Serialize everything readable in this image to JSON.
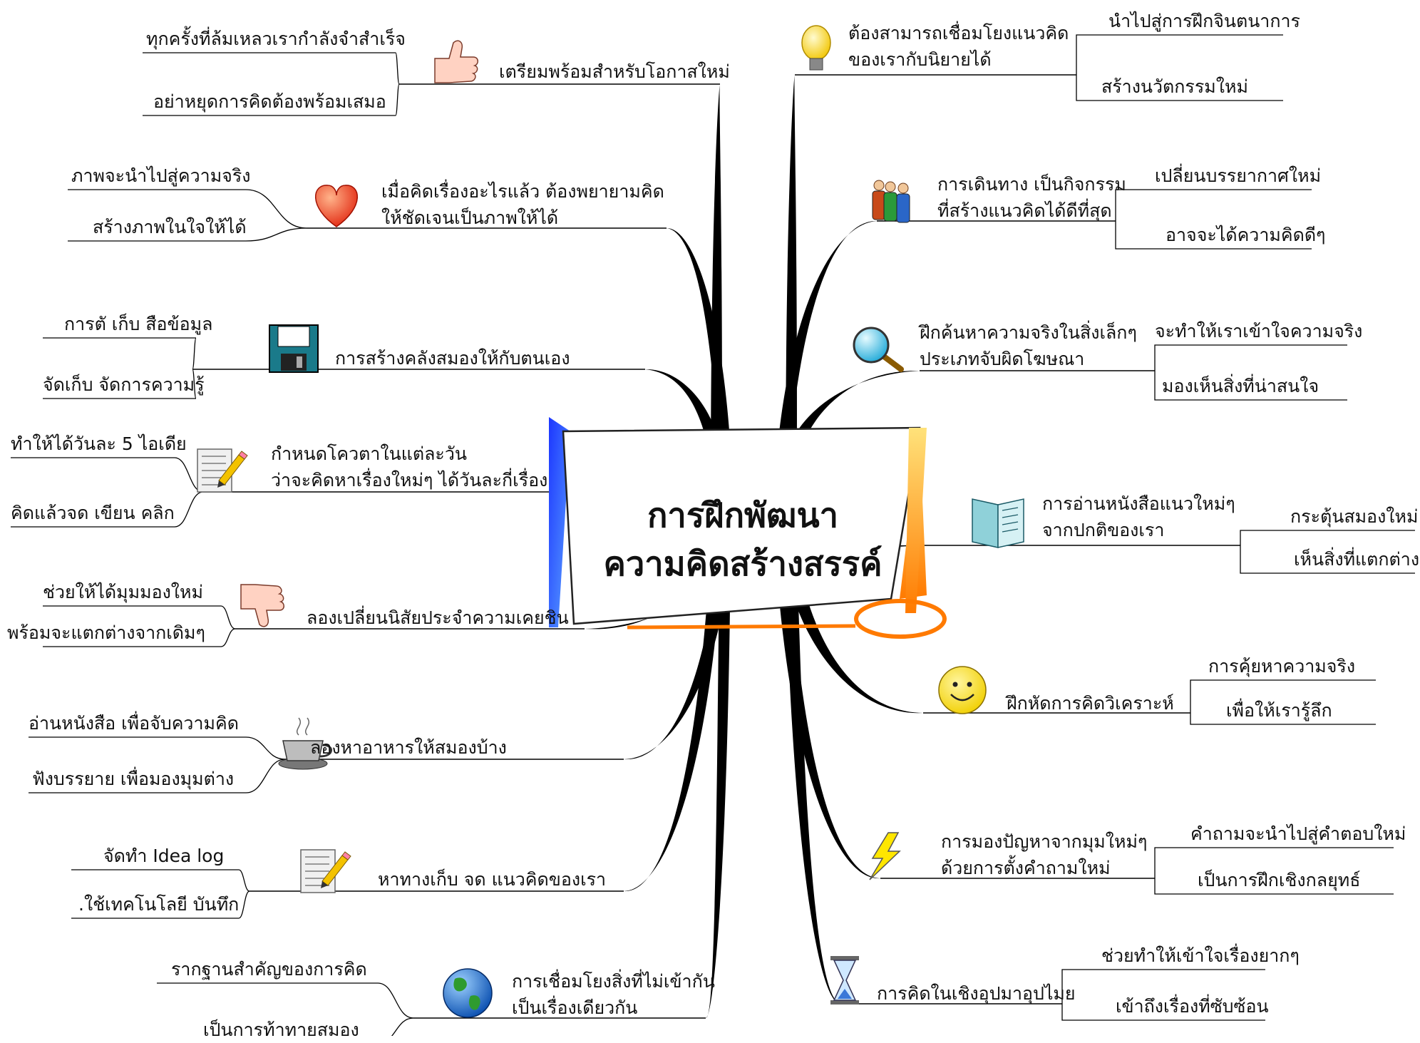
{
  "center": {
    "line1": "การฝึกพัฒนา",
    "line2": "ความคิดสร้างสรรค์"
  },
  "left": [
    {
      "main": [
        "เตรียมพร้อมสำหรับโอกาสใหม่"
      ],
      "icon": "thumbs-up-icon",
      "subs": [
        "ทุกครั้งที่ล้มเหลวเรากำลังจำสำเร็จ",
        "อย่าหยุดการคิดต้องพร้อมเสมอ"
      ]
    },
    {
      "main": [
        "เมื่อคิดเรื่องอะไรแล้ว ต้องพยายามคิด",
        "ให้ชัดเจนเป็นภาพให้ได้"
      ],
      "icon": "heart-icon",
      "subs": [
        "ภาพจะนำไปสู่ความจริง",
        "สร้างภาพในใจให้ได้"
      ]
    },
    {
      "main": [
        "การสร้างคลังสมองให้กับตนเอง"
      ],
      "icon": "floppy-disk-icon",
      "subs": [
        "การตั เก็บ สือข้อมูล",
        "จัดเก็บ จัดการความรู้"
      ]
    },
    {
      "main": [
        "กำหนดโควตาในแต่ละวัน",
        "ว่าจะคิดหาเรื่องใหม่ๆ ได้วันละกี่เรื่อง"
      ],
      "icon": "notepad-pencil-icon",
      "subs": [
        "ทำให้ได้วันละ 5 ไอเดีย",
        "คิดแล้วจด เขียน คลิก"
      ]
    },
    {
      "main": [
        "ลองเปลี่ยนนิสัยประจำความเคยชิน"
      ],
      "icon": "thumbs-down-icon",
      "subs": [
        "ช่วยให้ได้มุมมองใหม่",
        "พร้อมจะแตกต่างจากเดิมๆ"
      ]
    },
    {
      "main": [
        "ลองหาอาหารให้สมองบ้าง"
      ],
      "icon": "coffee-cup-icon",
      "subs": [
        "อ่านหนังสือ เพื่อจับความคิด",
        "ฟังบรรยาย เพื่อมองมุมต่าง"
      ]
    },
    {
      "main": [
        "หาทางเก็บ จด แนวคิดของเรา"
      ],
      "icon": "notepad-pencil-icon",
      "subs": [
        "จัดทำ Idea log",
        ".ใช้เทคโนโลยี บันทึก"
      ]
    },
    {
      "main": [
        "การเชื่อมโยงสิ่งที่ไม่เข้ากัน",
        "เป็นเรื่องเดียวกัน"
      ],
      "icon": "globe-icon",
      "subs": [
        "รากฐานสำคัญของการคิด",
        "เป็นการท้าทายสมอง"
      ]
    }
  ],
  "right": [
    {
      "main": [
        "ต้องสามารถเชื่อมโยงแนวคิด",
        "ของเรากับนิยายได้"
      ],
      "icon": "light-bulb-icon",
      "subs": [
        "นำไปสู่การฝึกจินตนาการ",
        "สร้างนวัตกรรมใหม่"
      ]
    },
    {
      "main": [
        "การเดินทาง เป็นกิจกรรม",
        "ที่สร้างแนวคิดได้ดีที่สุด"
      ],
      "icon": "people-icon",
      "subs": [
        "เปลี่ยนบรรยากาศใหม่",
        "อาจจะได้ความคิดดีๆ"
      ]
    },
    {
      "main": [
        "ฝึกค้นหาความจริงในสิ่งเล็กๆ",
        "ประเภทจับผิดโฆษณา"
      ],
      "icon": "magnifier-icon",
      "subs": [
        "จะทำให้เราเข้าใจความจริง",
        "มองเห็นสิ่งที่น่าสนใจ"
      ]
    },
    {
      "main": [
        "การอ่านหนังสือแนวใหม่ๆ",
        "จากปกติของเรา"
      ],
      "icon": "open-book-icon",
      "subs": [
        "กระตุ้นสมองใหม่",
        "เห็นสิ่งที่แตกต่าง"
      ]
    },
    {
      "main": [
        "ฝึกหัดการคิดวิเคราะห์"
      ],
      "icon": "smiley-icon",
      "subs": [
        "การคุ้ยหาความจริง",
        "เพื่อให้เรารู้ลึก"
      ]
    },
    {
      "main": [
        "การมองปัญหาจากมุมใหม่ๆ",
        "ด้วยการตั้งคำถามใหม่"
      ],
      "icon": "lightning-icon",
      "subs": [
        "คำถามจะนำไปสู่คำตอบใหม่",
        "เป็นการฝึกเชิงกลยุทธ์"
      ]
    },
    {
      "main": [
        "การคิดในเชิงอุปมาอุปไมย"
      ],
      "icon": "hourglass-icon",
      "subs": [
        "ช่วยทำให้เข้าใจเรื่องยากๆ",
        "เข้าถึงเรื่องที่ซับซ้อน"
      ]
    }
  ]
}
